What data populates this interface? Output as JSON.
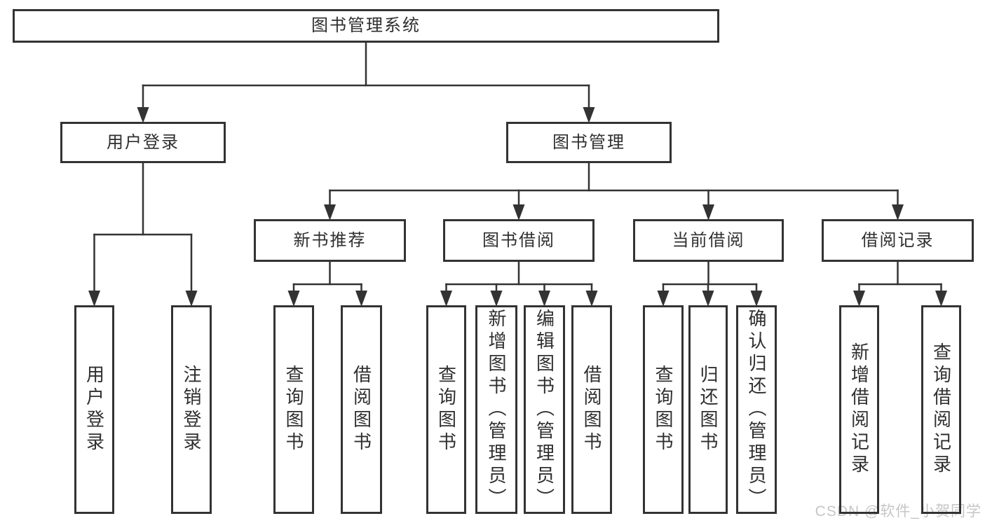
{
  "diagram": {
    "type": "tree",
    "title": "图书管理系统",
    "nodes": [
      {
        "id": "root",
        "label": "图书管理系统",
        "parent": null,
        "orientation": "horizontal"
      },
      {
        "id": "user-login",
        "label": "用户登录",
        "parent": "root",
        "orientation": "horizontal"
      },
      {
        "id": "book-mgmt",
        "label": "图书管理",
        "parent": "root",
        "orientation": "horizontal"
      },
      {
        "id": "new-book-recommend",
        "label": "新书推荐",
        "parent": "book-mgmt",
        "orientation": "horizontal"
      },
      {
        "id": "book-borrow",
        "label": "图书借阅",
        "parent": "book-mgmt",
        "orientation": "horizontal"
      },
      {
        "id": "current-borrow",
        "label": "当前借阅",
        "parent": "book-mgmt",
        "orientation": "horizontal"
      },
      {
        "id": "borrow-records",
        "label": "借阅记录",
        "parent": "book-mgmt",
        "orientation": "horizontal"
      },
      {
        "id": "ul-login",
        "label": "用户登录",
        "parent": "user-login",
        "orientation": "vertical"
      },
      {
        "id": "ul-logout",
        "label": "注销登录",
        "parent": "user-login",
        "orientation": "vertical"
      },
      {
        "id": "nbr-query",
        "label": "查询图书",
        "parent": "new-book-recommend",
        "orientation": "vertical"
      },
      {
        "id": "nbr-borrow",
        "label": "借阅图书",
        "parent": "new-book-recommend",
        "orientation": "vertical"
      },
      {
        "id": "bb-query",
        "label": "查询图书",
        "parent": "book-borrow",
        "orientation": "vertical"
      },
      {
        "id": "bb-add",
        "label": "新增图书（管理员）",
        "parent": "book-borrow",
        "orientation": "vertical"
      },
      {
        "id": "bb-edit",
        "label": "编辑图书（管理员）",
        "parent": "book-borrow",
        "orientation": "vertical"
      },
      {
        "id": "bb-borrow",
        "label": "借阅图书",
        "parent": "book-borrow",
        "orientation": "vertical"
      },
      {
        "id": "cb-query",
        "label": "查询图书",
        "parent": "current-borrow",
        "orientation": "vertical"
      },
      {
        "id": "cb-return",
        "label": "归还图书",
        "parent": "current-borrow",
        "orientation": "vertical"
      },
      {
        "id": "cb-confirm",
        "label": "确认归还（管理员）",
        "parent": "current-borrow",
        "orientation": "vertical"
      },
      {
        "id": "br-add",
        "label": "新增借阅记录",
        "parent": "borrow-records",
        "orientation": "vertical"
      },
      {
        "id": "br-query",
        "label": "查询借阅记录",
        "parent": "borrow-records",
        "orientation": "vertical"
      }
    ]
  },
  "watermark": {
    "text": "CSDN @软件_小贺同学",
    "color": "#c6c6c6"
  },
  "colors": {
    "line": "#333333",
    "box_border": "#333333",
    "text": "#2f2f2f",
    "background": "#ffffff"
  }
}
